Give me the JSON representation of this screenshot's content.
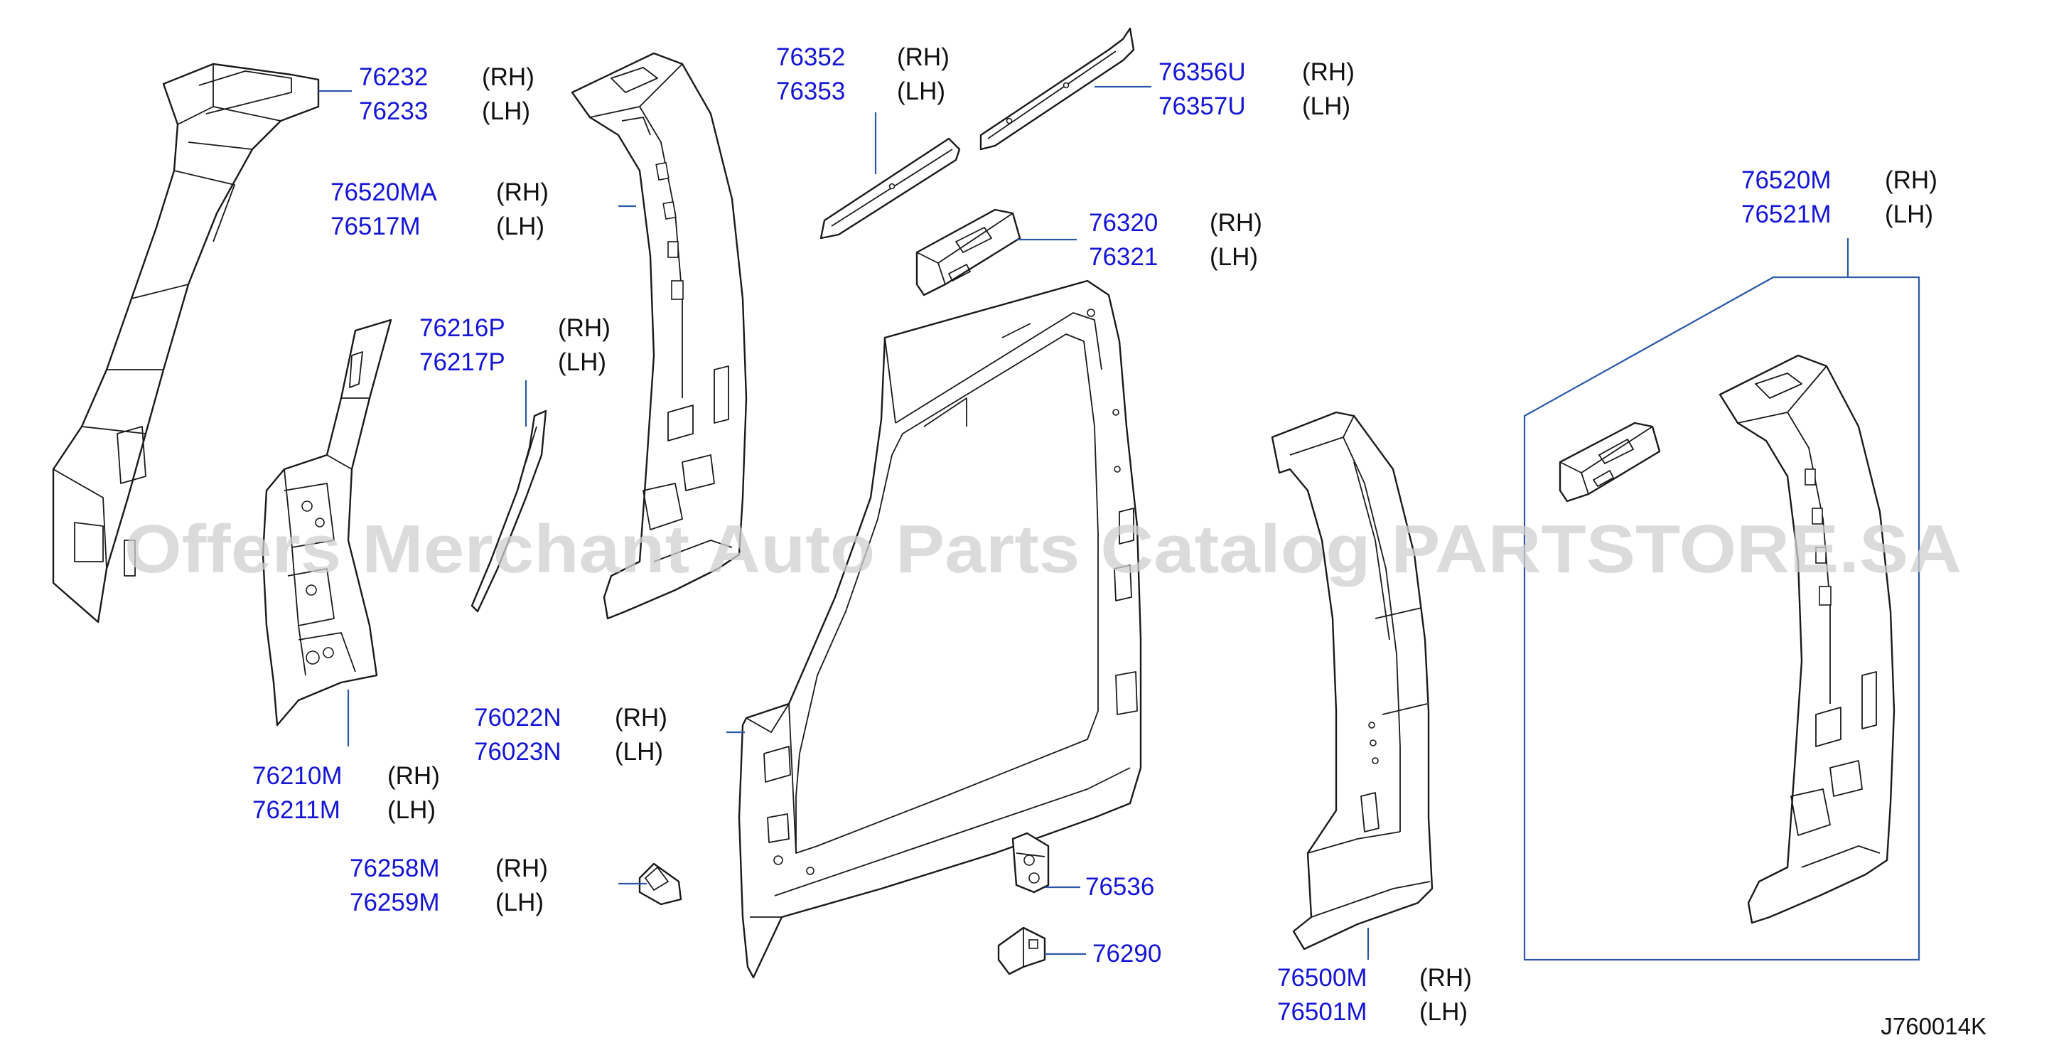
{
  "watermark": "Offers Merchant Auto Parts Catalog PARTSTORE.SA",
  "diagram_code": "J760014K",
  "callouts": [
    {
      "id": "c1",
      "part_number": "76232",
      "side": "(RH)"
    },
    {
      "id": "c2",
      "part_number": "76233",
      "side": "(LH)"
    },
    {
      "id": "c3",
      "part_number": "76520MA",
      "side": "(RH)"
    },
    {
      "id": "c4",
      "part_number": "76517M",
      "side": "(LH)"
    },
    {
      "id": "c5",
      "part_number": "76216P",
      "side": "(RH)"
    },
    {
      "id": "c6",
      "part_number": "76217P",
      "side": "(LH)"
    },
    {
      "id": "c7",
      "part_number": "76210M",
      "side": "(RH)"
    },
    {
      "id": "c8",
      "part_number": "76211M",
      "side": "(LH)"
    },
    {
      "id": "c9",
      "part_number": "76352",
      "side": "(RH)"
    },
    {
      "id": "c10",
      "part_number": "76353",
      "side": "(LH)"
    },
    {
      "id": "c11",
      "part_number": "76356U",
      "side": "(RH)"
    },
    {
      "id": "c12",
      "part_number": "76357U",
      "side": "(LH)"
    },
    {
      "id": "c13",
      "part_number": "76320",
      "side": "(RH)"
    },
    {
      "id": "c14",
      "part_number": "76321",
      "side": "(LH)"
    },
    {
      "id": "c15",
      "part_number": "76022N",
      "side": "(RH)"
    },
    {
      "id": "c16",
      "part_number": "76023N",
      "side": "(LH)"
    },
    {
      "id": "c17",
      "part_number": "76258M",
      "side": "(RH)"
    },
    {
      "id": "c18",
      "part_number": "76259M",
      "side": "(LH)"
    },
    {
      "id": "c19",
      "part_number": "76536",
      "side": ""
    },
    {
      "id": "c20",
      "part_number": "76290",
      "side": ""
    },
    {
      "id": "c21",
      "part_number": "76500M",
      "side": "(RH)"
    },
    {
      "id": "c22",
      "part_number": "76501M",
      "side": "(LH)"
    },
    {
      "id": "c23",
      "part_number": "76520M",
      "side": "(RH)"
    },
    {
      "id": "c24",
      "part_number": "76521M",
      "side": "(LH)"
    }
  ],
  "colors": {
    "part_number": "#1515d6",
    "side_label": "#111111",
    "leader_line": "#2a57a8",
    "outline": "#1a1a1a",
    "watermark": "#cfcfcf"
  }
}
